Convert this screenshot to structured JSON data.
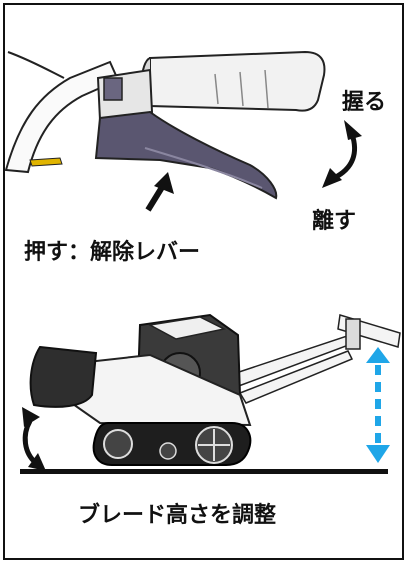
{
  "upper": {
    "grip_label": "握る",
    "release_label": "離す",
    "push_label": "押す：解除レバー"
  },
  "lower": {
    "caption": "ブレード高さを調整"
  },
  "colors": {
    "lever": "#5a5670",
    "grip": "#f2f2f2",
    "outline": "#222222",
    "blade_arrow": "#111111",
    "handle_arrow": "#1fa6e8",
    "ground": "#111111"
  },
  "icons": {
    "curved_arrow": "curved-double-arrow-icon",
    "push_arrow": "arrow-up-right-icon"
  }
}
